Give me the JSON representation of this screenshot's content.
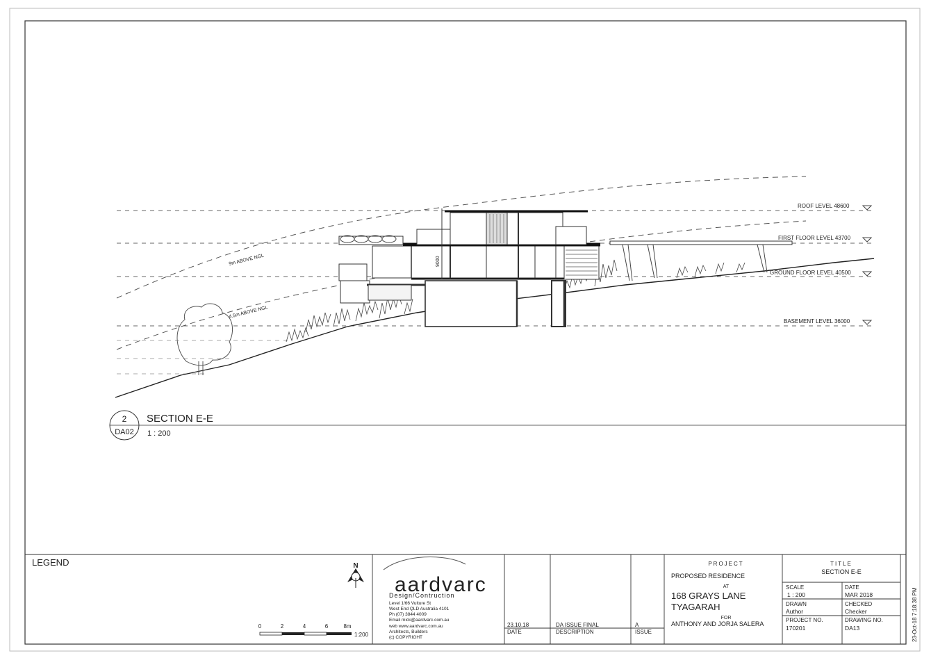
{
  "levels": [
    {
      "label": "ROOF LEVEL",
      "value": "48600"
    },
    {
      "label": "FIRST FLOOR LEVEL",
      "value": "43700"
    },
    {
      "label": "GROUND FLOOR LEVEL",
      "value": "40500"
    },
    {
      "label": "BASEMENT LEVEL",
      "value": "36000"
    }
  ],
  "annotations": {
    "nine_m": "9m ABOVE NGL",
    "four_five_m": "4.5m ABOVE NGL",
    "height_dim": "9000"
  },
  "section": {
    "number": "2",
    "sheet": "DA02",
    "title": "SECTION E-E",
    "scale": "1 : 200"
  },
  "legend": {
    "title": "LEGEND"
  },
  "north": {
    "label": "N"
  },
  "scale_bar": {
    "ticks": [
      "0",
      "2",
      "4",
      "6",
      "8m"
    ],
    "ratio": "1:200"
  },
  "company": {
    "name": "aardvarc",
    "tagline": "Design/Contruction",
    "address_lines": [
      "Level 1/66 Vulture St",
      "West End QLD Australia 4101",
      "Ph (07) 3844 4009",
      "Email mick@aardvarc.com.au",
      "web www.aardvarc.com.au",
      "Architects, Builders",
      "(c) COPYRIGHT"
    ]
  },
  "issue": {
    "date": "23.10.18",
    "description": "DA ISSUE FINAL",
    "issue": "A",
    "date_label": "DATE",
    "description_label": "DESCRIPTION",
    "issue_label": "ISSUE"
  },
  "project": {
    "heading": "PROJECT",
    "line1": "PROPOSED RESIDENCE",
    "at": "AT",
    "address1": "168 GRAYS LANE",
    "address2": "TYAGARAH",
    "for": "FOR",
    "client": "ANTHONY AND JORJA SALERA"
  },
  "title_block": {
    "heading": "TITLE",
    "title": "SECTION E-E",
    "scale_label": "SCALE",
    "scale": "1 : 200",
    "date_label": "DATE",
    "date": "MAR 2018",
    "drawn_label": "DRAWN",
    "drawn": "Author",
    "checked_label": "CHECKED",
    "checked": "Checker",
    "project_no_label": "PROJECT NO.",
    "project_no": "170201",
    "drawing_no_label": "DRAWING NO.",
    "drawing_no": "DA13"
  },
  "plot_stamp": "23-Oct-18 7:18:38 PM"
}
